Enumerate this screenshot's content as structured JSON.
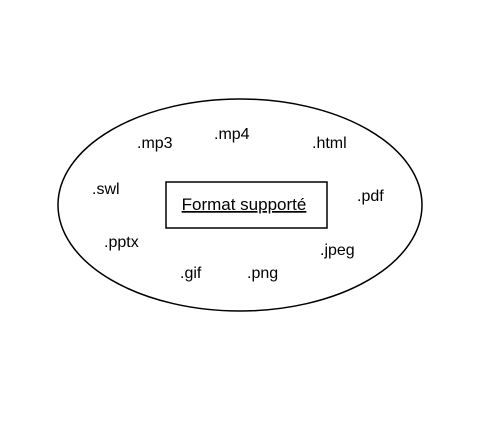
{
  "center": {
    "label": "Format supporté"
  },
  "formats": [
    ".mp3",
    ".mp4",
    ".html",
    ".swl",
    ".pdf",
    ".pptx",
    ".jpeg",
    ".gif",
    ".png"
  ],
  "colors": {
    "stroke": "#000000",
    "background": "#ffffff"
  }
}
